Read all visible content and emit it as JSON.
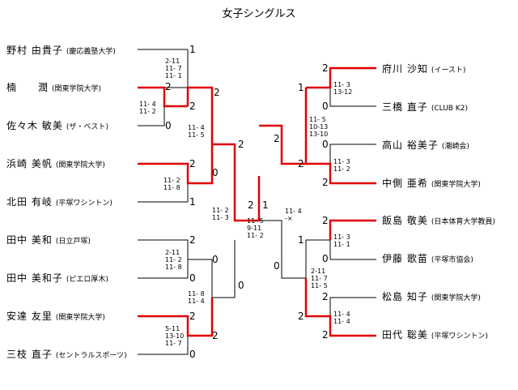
{
  "title": "女子シングルス",
  "left_players": [
    {
      "name": "野村 由貴子",
      "club": "(慶応義塾大学)"
    },
    {
      "name": "楠　　潤",
      "club": "(関東学院大学)"
    },
    {
      "name": "佐々木 敏美",
      "club": "(ザ・ベスト)"
    },
    {
      "name": "浜崎 美帆",
      "club": "(関東学院大学)"
    },
    {
      "name": "北田 有岐",
      "club": "(平塚ワシントン)"
    },
    {
      "name": "田中 美和",
      "club": "(日立戸塚)"
    },
    {
      "name": "田中 美和子",
      "club": "(ピエロ厚木)"
    },
    {
      "name": "安達 友里",
      "club": "(関東学院大学)"
    },
    {
      "name": "三枝 直子",
      "club": "(セントラルスポーツ)"
    }
  ],
  "right_players": [
    {
      "name": "府川 沙知",
      "club": "(イースト)"
    },
    {
      "name": "三橋 直子",
      "club": "(CLUB K2)"
    },
    {
      "name": "高山 裕美子",
      "club": "(潮崎会)"
    },
    {
      "name": "中側 亜希",
      "club": "(関東学院大学)"
    },
    {
      "name": "飯島 敬美",
      "club": "(日本体育大学教員)"
    },
    {
      "name": "伊藤 歌苗",
      "club": "(平塚市協会)"
    },
    {
      "name": "松島 知子",
      "club": "(関東学院大学)"
    },
    {
      "name": "田代 聡美",
      "club": "(平塚ワシントン)"
    }
  ],
  "numbers": [
    "1",
    "2",
    "2",
    "0",
    "2",
    "2",
    "0",
    "2",
    "1",
    "2",
    "0",
    "2",
    "0",
    "0",
    "2",
    "0",
    "2",
    "1",
    "2",
    "1",
    "0",
    "2",
    "2",
    "0",
    "0",
    "2",
    "2",
    "2",
    "1",
    "2",
    "0",
    "2",
    "2"
  ],
  "scores": [
    "2-11\n11- 7\n11- 1",
    "11- 4\n11- 2",
    "11- 4\n11- 5",
    "11- 2\n11- 8",
    "11- 2\n11- 3",
    "2-11\n11- 2\n11- 8",
    "11- 8\n11- 4",
    "5-11\n13-10\n11- 7",
    "11- 5\n9-11\n11- 2",
    "11- 4\n-×",
    "11- 3\n13-12",
    "11- 5\n10-13\n13-10",
    "11- 3\n11- 2",
    "11- 3\n11- 1",
    "2-11\n11- 7\n11- 5",
    "11- 4\n11- 4"
  ]
}
